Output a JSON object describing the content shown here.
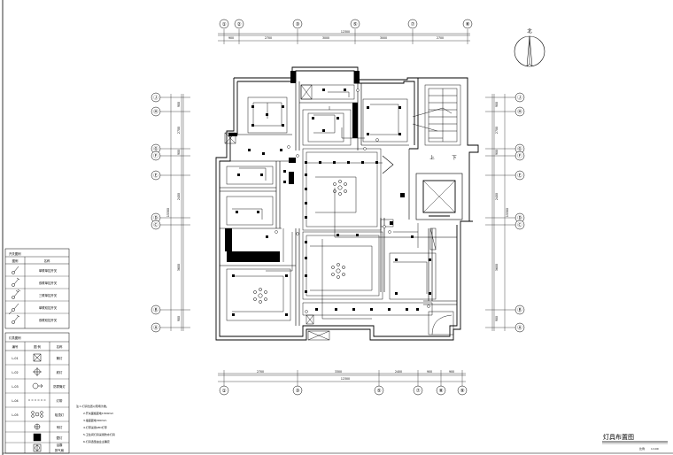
{
  "drawing": {
    "title": "灯具布置图",
    "scale": "1:100",
    "scale_prefix": "比例",
    "north_label": "北",
    "stair_up": "上",
    "stair_down": "下"
  },
  "grid": {
    "top_labels": [
      "①",
      "②",
      "③",
      "⑤",
      "⑦",
      "⑧"
    ],
    "bottom_labels": [
      "①",
      "③",
      "⑤",
      "⑦",
      "⑧",
      "⑨"
    ],
    "left_labels": [
      "Ⓙ",
      "Ⓗ",
      "Ⓖ",
      "Ⓕ",
      "Ⓔ",
      "Ⓓ",
      "Ⓒ",
      "Ⓑ",
      "Ⓐ"
    ],
    "right_labels": [
      "Ⓙ",
      "Ⓗ",
      "Ⓖ",
      "Ⓕ",
      "Ⓔ",
      "Ⓓ",
      "Ⓒ",
      "Ⓑ",
      "Ⓐ"
    ]
  },
  "dimensions": {
    "top_segments": [
      "900",
      "2700",
      "3000",
      "3000",
      "2700"
    ],
    "top_total": "12300",
    "bottom_segments": [
      "2700",
      "3300",
      "2400",
      "900",
      "900"
    ],
    "bottom_total": "12300",
    "left_segments": [
      "900",
      "2700",
      "900",
      "2400",
      "3600",
      "900"
    ],
    "left_total": "15300",
    "right_segments": [
      "900",
      "2700",
      "900",
      "2400",
      "3600",
      "900"
    ],
    "right_total": "15300"
  },
  "legend_switch": {
    "title": "开关图例",
    "headers": [
      "图例",
      "名称"
    ],
    "rows": [
      {
        "name": "单联单控开关"
      },
      {
        "name": "双联单控开关"
      },
      {
        "name": "三联单控开关"
      },
      {
        "name": "单联双控开关"
      },
      {
        "name": "双联双控开关"
      }
    ]
  },
  "legend_lamp": {
    "title": "灯具图例",
    "headers": [
      "编号",
      "图 例",
      "名称"
    ],
    "rows": [
      {
        "code": "L-01",
        "name": "筒灯"
      },
      {
        "code": "L-02",
        "name": "射灯"
      },
      {
        "code": "L-03",
        "name": "防雾筒灯"
      },
      {
        "code": "L-04",
        "name": "灯带"
      },
      {
        "code": "L-05",
        "name": "吸顶灯"
      },
      {
        "code": "",
        "name": "吊灯"
      },
      {
        "code": "",
        "name": "壁灯"
      },
      {
        "code": "",
        "name": "浴霸"
      },
      {
        "code": "",
        "name": "排气扇"
      }
    ]
  },
  "notes": [
    "注:1.灯具位置以现场为准。",
    "2.开关面板距地1300mm",
    "3.插座距地300mm",
    "4.灯带采用LED灯带",
    "5.卫生间灯具采用防水灯具",
    "6.灯具选型由业主确定"
  ]
}
